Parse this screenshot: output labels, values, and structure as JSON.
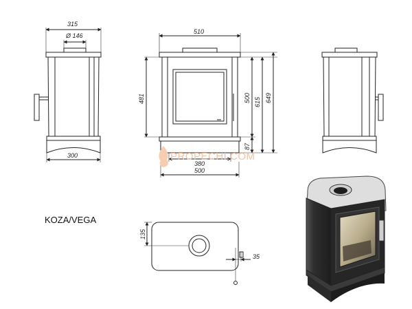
{
  "model": "KOZA/VEGA",
  "watermark": "PROPECHI.COM",
  "side_left": {
    "width_top": "315",
    "flue_diameter": "Ø 146",
    "width_base": "300"
  },
  "front": {
    "width_top": "510",
    "height_door": "481",
    "height_500": "500",
    "height_615": "615",
    "height_649": "649",
    "height_87": "87",
    "width_380": "380",
    "width_base": "500"
  },
  "top": {
    "depth_135": "135",
    "offset_35": "35"
  },
  "colors": {
    "line": "#222222",
    "watermark": "#f4c4a6",
    "stove_body": "#3a3a3a"
  }
}
